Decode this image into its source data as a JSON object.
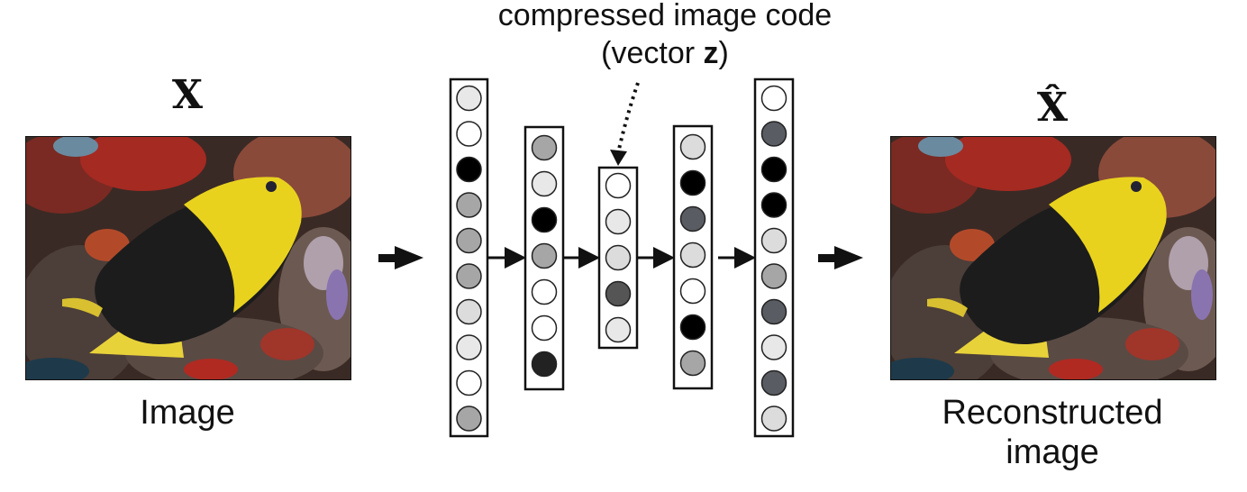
{
  "input": {
    "symbol": "X",
    "caption": "Image"
  },
  "output": {
    "symbol": "X̂",
    "caption_line1": "Reconstructed",
    "caption_line2": "image"
  },
  "code": {
    "line1": "compressed image code",
    "line2_prefix": "(vector ",
    "line2_var": "z",
    "line2_suffix": ")"
  },
  "layers": [
    {
      "name": "encoder-layer-1",
      "neurons": [
        "#e8e8e8",
        "#ffffff",
        "#000000",
        "#a6a6a6",
        "#a6a6a6",
        "#a6a6a6",
        "#dcdcdc",
        "#e8e8e8",
        "#ffffff",
        "#a6a6a6"
      ]
    },
    {
      "name": "encoder-layer-2",
      "neurons": [
        "#a6a6a6",
        "#e8e8e8",
        "#000000",
        "#a6a6a6",
        "#ffffff",
        "#ffffff",
        "#222222"
      ]
    },
    {
      "name": "code-layer",
      "neurons": [
        "#ffffff",
        "#e8e8e8",
        "#dcdcdc",
        "#555555",
        "#e8e8e8"
      ]
    },
    {
      "name": "decoder-layer-1",
      "neurons": [
        "#dcdcdc",
        "#000000",
        "#5a5c63",
        "#dcdcdc",
        "#ffffff",
        "#000000",
        "#a6a6a6"
      ]
    },
    {
      "name": "decoder-layer-2",
      "neurons": [
        "#ffffff",
        "#5a5c63",
        "#000000",
        "#000000",
        "#dcdcdc",
        "#a6a6a6",
        "#5a5c63",
        "#e8e8e8",
        "#5a5c63",
        "#dcdcdc"
      ]
    }
  ]
}
